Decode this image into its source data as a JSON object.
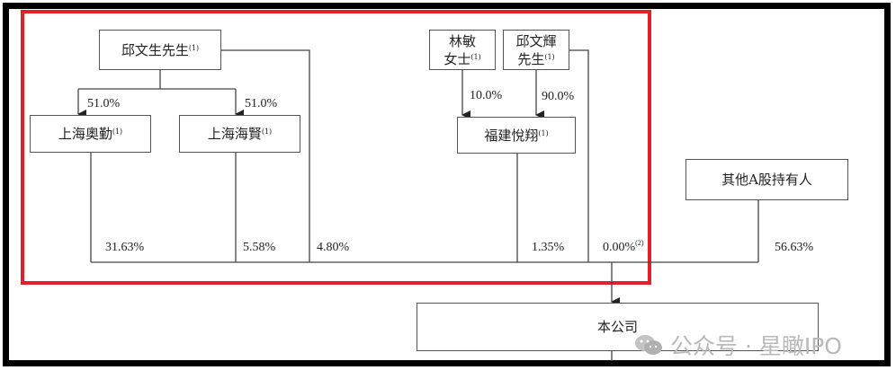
{
  "entities": {
    "qiu_wensheng": {
      "name": "邱文生先生",
      "note": "(1)"
    },
    "shanghai_aoqin": {
      "name": "上海奧勤",
      "note": "(1)"
    },
    "shanghai_haixian": {
      "name": "上海海賢",
      "note": "(1)"
    },
    "lin_min": {
      "line1": "林敏",
      "line2": "女士",
      "note": "(1)"
    },
    "qiu_wenhui": {
      "line1": "邱文輝",
      "line2": "先生",
      "note": "(1)"
    },
    "fujian_yuexiang": {
      "name": "福建悅翔",
      "note": "(1)"
    },
    "other_a_holders": {
      "name": "其他A股持有人"
    },
    "company": {
      "name": "本公司"
    }
  },
  "percentages": {
    "qiu_to_aoqin": "51.0%",
    "qiu_to_haixian": "51.0%",
    "lin_to_fujian": "10.0%",
    "qiuwh_to_fujian": "90.0%",
    "aoqin_to_company": "31.63%",
    "haixian_to_company": "5.58%",
    "qiuws_to_company": "4.80%",
    "fujian_to_company": "1.35%",
    "qiuwh_to_company": "0.00%",
    "qiuwh_to_company_note": "(2)",
    "other_to_company": "56.63%"
  },
  "watermark": {
    "text": "公众号 · 星瞰IPO"
  },
  "colors": {
    "highlight": "#e3202a",
    "frame": "#000000",
    "line": "#333333"
  }
}
